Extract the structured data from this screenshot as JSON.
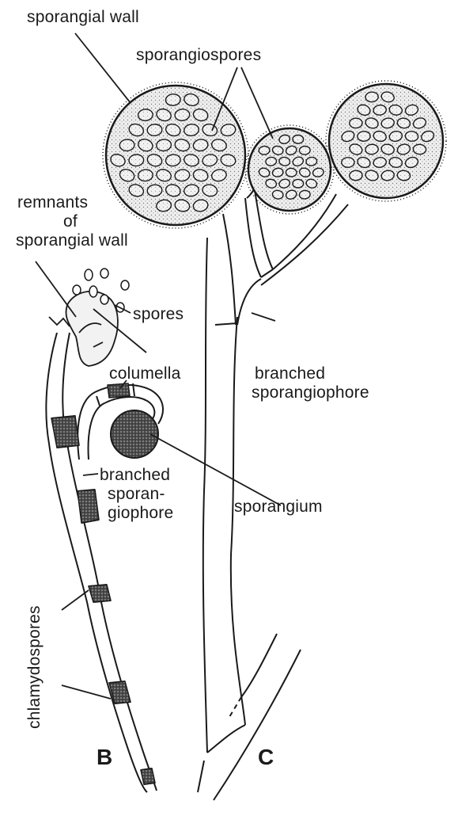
{
  "labels": {
    "sporangial_wall": "sporangial wall",
    "sporangiospores": "sporangiospores",
    "remnants": [
      "remnants",
      "of",
      "sporangial wall"
    ],
    "spores": "spores",
    "columella": "columella",
    "branched_sporangiophore_c": [
      "branched",
      "sporangiophore"
    ],
    "branched_sporangiophore_b": [
      "branched",
      "sporan-",
      "giophore"
    ],
    "sporangium": "sporangium",
    "chlamydospores": "chlamydospores"
  },
  "panels": {
    "b": "B",
    "c": "C"
  },
  "colors": {
    "ink": "#1a1a1a",
    "spore_fill": "#e6e6e6",
    "dark_fill": "#3a3a3a"
  }
}
